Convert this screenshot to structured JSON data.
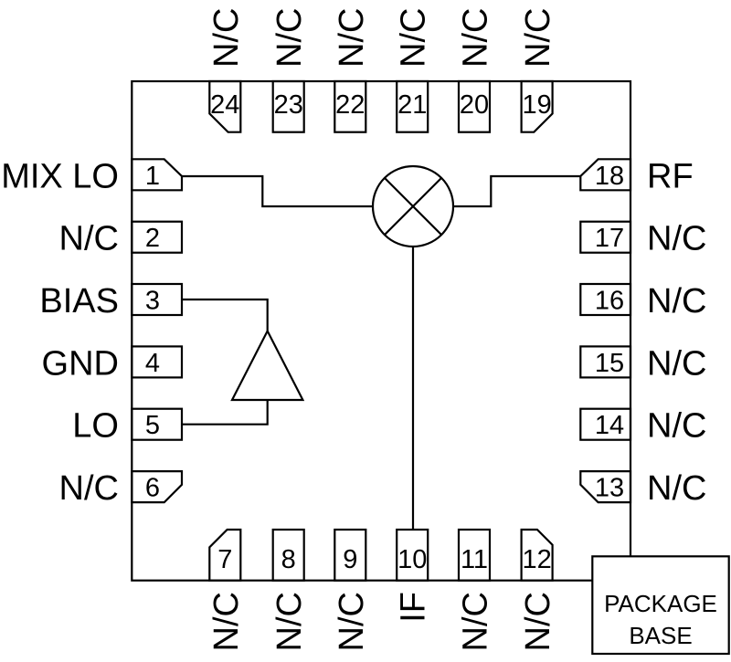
{
  "figure": {
    "kind": "IC package pinout diagram",
    "background_color": "#ffffff",
    "line_color": "#000000"
  },
  "pins": {
    "left": [
      {
        "num": "1",
        "label": "MIX LO"
      },
      {
        "num": "2",
        "label": "N/C"
      },
      {
        "num": "3",
        "label": "BIAS"
      },
      {
        "num": "4",
        "label": "GND"
      },
      {
        "num": "5",
        "label": "LO"
      },
      {
        "num": "6",
        "label": "N/C"
      }
    ],
    "right": [
      {
        "num": "18",
        "label": "RF"
      },
      {
        "num": "17",
        "label": "N/C"
      },
      {
        "num": "16",
        "label": "N/C"
      },
      {
        "num": "15",
        "label": "N/C"
      },
      {
        "num": "14",
        "label": "N/C"
      },
      {
        "num": "13",
        "label": "N/C"
      }
    ],
    "top": [
      {
        "num": "24",
        "label": "N/C"
      },
      {
        "num": "23",
        "label": "N/C"
      },
      {
        "num": "22",
        "label": "N/C"
      },
      {
        "num": "21",
        "label": "N/C"
      },
      {
        "num": "20",
        "label": "N/C"
      },
      {
        "num": "19",
        "label": "N/C"
      }
    ],
    "bottom": [
      {
        "num": "7",
        "label": "N/C"
      },
      {
        "num": "8",
        "label": "N/C"
      },
      {
        "num": "9",
        "label": "N/C"
      },
      {
        "num": "10",
        "label": "IF"
      },
      {
        "num": "11",
        "label": "N/C"
      },
      {
        "num": "12",
        "label": "N/C"
      }
    ]
  },
  "package_base": {
    "line1": "PACKAGE",
    "line2": "BASE"
  },
  "symbols": {
    "mixer": "mixer-circle-x",
    "amplifier": "amplifier-triangle"
  }
}
